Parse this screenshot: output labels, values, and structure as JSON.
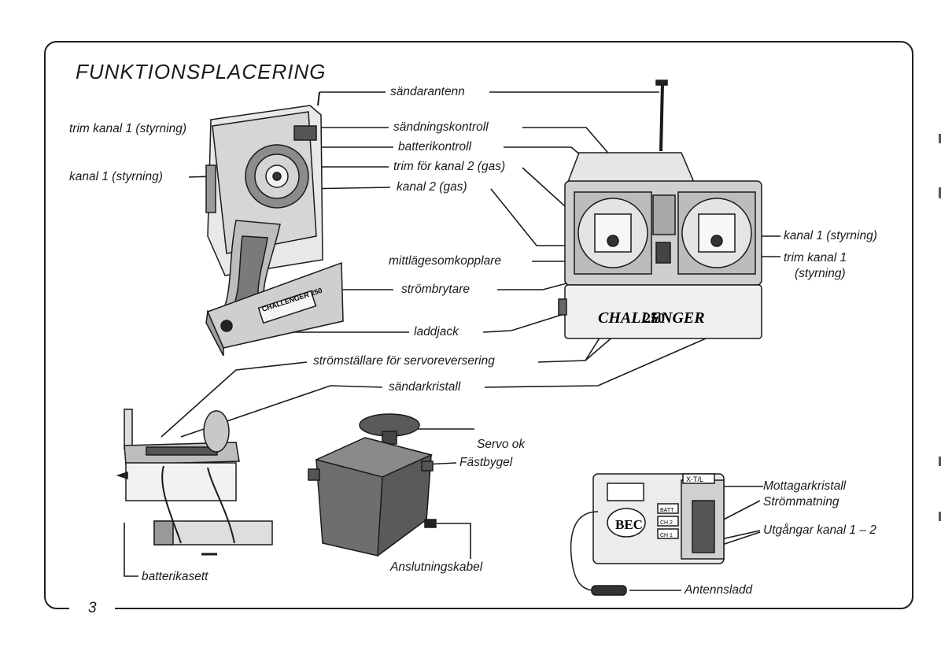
{
  "title": "FUNKTIONSPLACERING",
  "page_number": "3",
  "labels": {
    "sandarantenn": "sändarantenn",
    "trim_kanal1_left": "trim kanal 1 (styrning)",
    "sandningskontroll": "sändningskontroll",
    "batterikontroll": "batterikontroll",
    "kanal1_left": "kanal 1 (styrning)",
    "trim_kanal2": "trim för kanal 2 (gas)",
    "kanal2": "kanal 2 (gas)",
    "mittlage": "mittlägesomkopplare",
    "kanal1_right": "kanal 1 (styrning)",
    "trim_kanal1_right_l1": "trim kanal 1",
    "trim_kanal1_right_l2": "(styrning)",
    "strombrytare": "strömbrytare",
    "laddjack": "laddjack",
    "servorev": "strömställare för servoreversering",
    "sandarkristall": "sändarkristall",
    "servo_ok": "Servo ok",
    "fastbygel": "Fästbygel",
    "anslutning": "Anslutningskabel",
    "batterikasett": "batterikasett",
    "mottagarkristall": "Mottagarkristall",
    "strommatning": "Strömmatning",
    "utgangar": "Utgångar kanal 1 – 2",
    "antennsladd": "Antennsladd"
  },
  "product": {
    "pistol_brand": "CHALLENGER 250",
    "stick_brand": "CHALLENGER",
    "stick_model": "250",
    "receiver_logo": "BEC",
    "receiver_model": "X-T/L",
    "receiver_ports": [
      "BATT",
      "CH 2",
      "CH 1"
    ]
  }
}
